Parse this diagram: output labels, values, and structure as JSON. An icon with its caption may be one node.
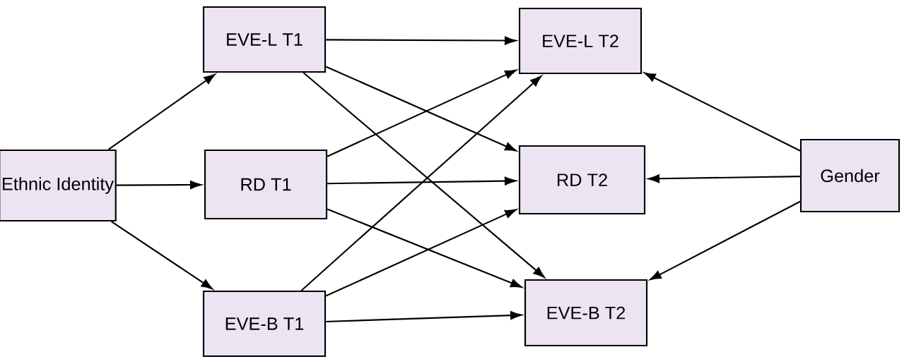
{
  "diagram": {
    "nodes": [
      {
        "text": [
          "Ethnic Identity"
        ]
      },
      {
        "text": [
          "EVE-L T1"
        ]
      },
      {
        "text": [
          "RD T1"
        ]
      },
      {
        "text": [
          "EVE-B T1"
        ]
      },
      {
        "text": [
          "EVE-L T2"
        ]
      },
      {
        "text": [
          "RD T2"
        ]
      },
      {
        "text": [
          "EVE-B T2"
        ]
      },
      {
        "text": [
          "Gender"
        ]
      }
    ],
    "edges": [
      {
        "from": 0,
        "to": 1,
        "arrow": "to"
      },
      {
        "from": 0,
        "to": 2,
        "arrow": "to"
      },
      {
        "from": 0,
        "to": 3,
        "arrow": "to"
      },
      {
        "from": 1,
        "to": 4,
        "arrow": "to"
      },
      {
        "from": 1,
        "to": 5,
        "arrow": "to"
      },
      {
        "from": 1,
        "to": 6,
        "arrow": "to"
      },
      {
        "from": 2,
        "to": 4,
        "arrow": "to"
      },
      {
        "from": 2,
        "to": 5,
        "arrow": "to"
      },
      {
        "from": 2,
        "to": 6,
        "arrow": "to"
      },
      {
        "from": 3,
        "to": 4,
        "arrow": "to"
      },
      {
        "from": 3,
        "to": 5,
        "arrow": "to"
      },
      {
        "from": 3,
        "to": 6,
        "arrow": "to"
      },
      {
        "from": 7,
        "to": 4,
        "arrow": "to"
      },
      {
        "from": 7,
        "to": 5,
        "arrow": "to"
      },
      {
        "from": 7,
        "to": 6,
        "arrow": "to"
      }
    ]
  }
}
